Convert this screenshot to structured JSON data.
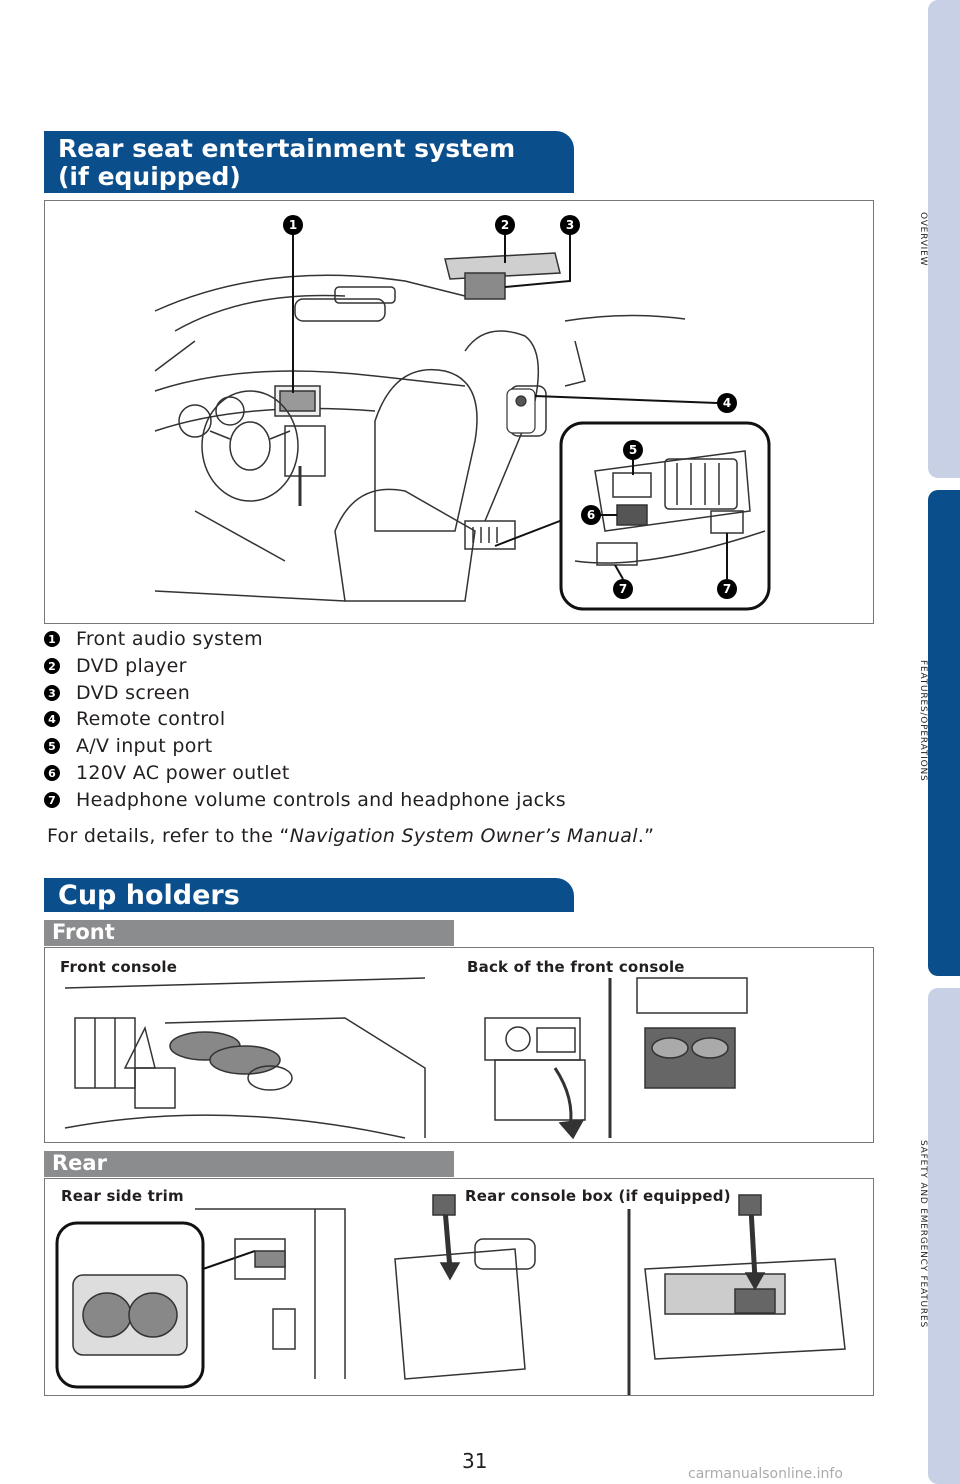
{
  "sections": {
    "rear_seat": {
      "title_line1": "Rear seat entertainment system",
      "title_line2": "(if equipped)"
    },
    "cup_holders": {
      "title": "Cup holders"
    }
  },
  "legend": [
    {
      "num": "1",
      "text": "Front audio system"
    },
    {
      "num": "2",
      "text": "DVD player"
    },
    {
      "num": "3",
      "text": "DVD screen"
    },
    {
      "num": "4",
      "text": "Remote control"
    },
    {
      "num": "5",
      "text": "A/V input port"
    },
    {
      "num": "6",
      "text": "120V AC power outlet"
    },
    {
      "num": "7",
      "text": "Headphone volume controls and headphone jacks"
    }
  ],
  "reference": {
    "prefix": "For details, refer to the “",
    "manual": "Navigation System Owner’s Manual",
    "suffix": ".”"
  },
  "front": {
    "label": "Front",
    "caption_left": "Front console",
    "caption_right": "Back of the front console"
  },
  "rear": {
    "label": "Rear",
    "caption_left": "Rear side trim",
    "caption_right": "Rear console box (if equipped)"
  },
  "side_tabs": [
    "OVERVIEW",
    "FEATURES/OPERATIONS",
    "SAFETY AND EMERGENCY FEATURES"
  ],
  "page_number": "31",
  "watermark": "carmanualsonline.info",
  "colors": {
    "brand_blue": "#0b4e8c",
    "tab_light": "#c8d0e6",
    "sub_header_gray": "#8a8c8e"
  }
}
